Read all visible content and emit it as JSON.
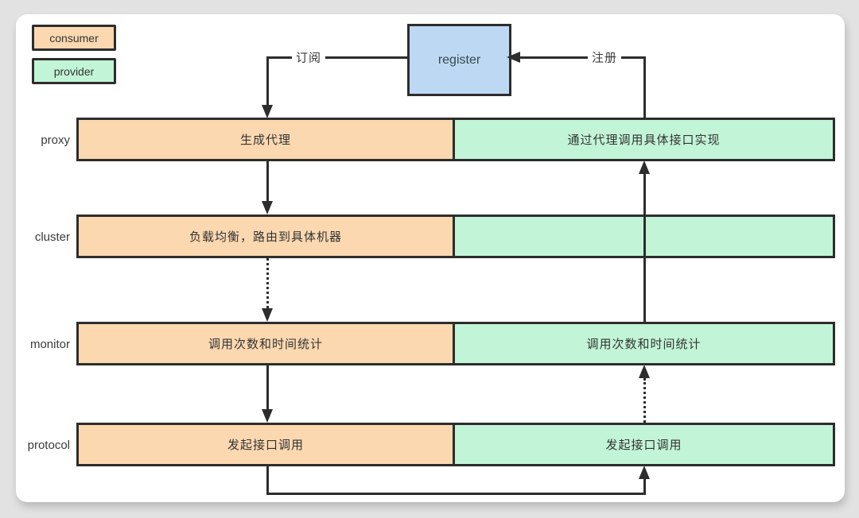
{
  "legend": {
    "consumer_label": "consumer",
    "provider_label": "provider"
  },
  "register": {
    "label": "register"
  },
  "edges": {
    "subscribe_label": "订阅",
    "register_label": "注册"
  },
  "rows": [
    {
      "name": "proxy",
      "consumer": "生成代理",
      "provider": "通过代理调用具体接口实现"
    },
    {
      "name": "cluster",
      "consumer": "负载均衡，路由到具体机器",
      "provider": ""
    },
    {
      "name": "monitor",
      "consumer": "调用次数和时间统计",
      "provider": "调用次数和时间统计"
    },
    {
      "name": "protocol",
      "consumer": "发起接口调用",
      "provider": "发起接口调用"
    }
  ],
  "colors": {
    "consumer_fill": "#fbd8b0",
    "provider_fill": "#c2f5d7",
    "register_fill": "#bdd8f3",
    "line": "#2d2d2d",
    "card": "#ffffff",
    "page_background": "#e2e2e2"
  }
}
